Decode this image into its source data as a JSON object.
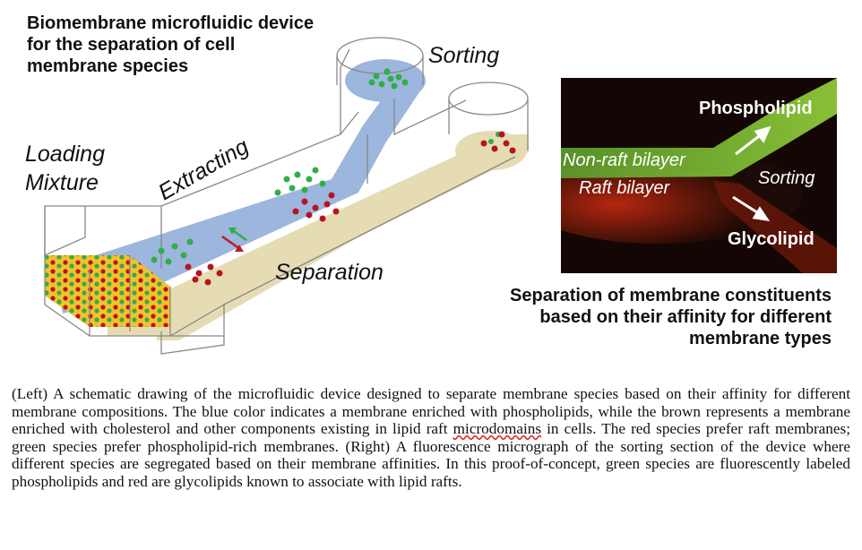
{
  "left_diagram": {
    "title_lines": [
      "Biomembrane microfluidic device",
      "for the separation of cell",
      "membrane species"
    ],
    "labels": {
      "sorting": "Sorting",
      "loading_line1": "Loading",
      "loading_line2": "Mixture",
      "extracting": "Extracting",
      "separation": "Separation"
    }
  },
  "micrograph": {
    "phospholipid": "Phospholipid",
    "non_raft": "Non-raft bilayer",
    "raft": "Raft bilayer",
    "sorting": "Sorting",
    "glycolipid": "Glycolipid"
  },
  "right_caption_lines": [
    "Separation of membrane constituents",
    "based on their affinity for different",
    "membrane types"
  ],
  "body": {
    "part1": "(Left) A schematic drawing of the microfluidic device designed to separate membrane species based on their affinity for different membrane compositions. The blue color indicates a membrane enriched with phospholipids, while the brown represents a membrane enriched with cholesterol and other components existing in lipid raft ",
    "underlined": "microdomains",
    "part2": " in cells. The red species prefer raft membranes; green species prefer phospholipid-rich membranes. (Right) A fluorescence micrograph of the sorting section of the device where different species are segregated based on their membrane affinities. In this proof-of-concept, green species are fluorescently labeled phospholipids and red are glycolipids known to associate with lipid rafts."
  },
  "colors": {
    "blue_membrane": "#9db6dd",
    "brown_membrane": "#e6dcb4",
    "yellow_loading": "#f2c22c",
    "green_species": "#2fae4a",
    "red_species": "#b8141e"
  }
}
